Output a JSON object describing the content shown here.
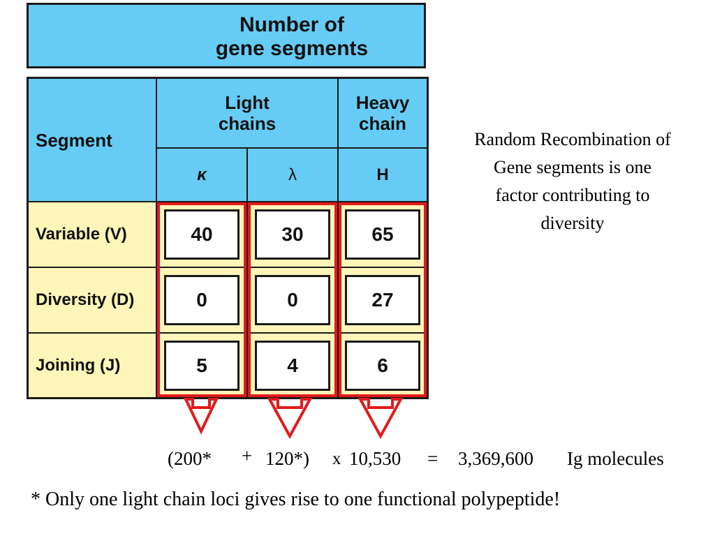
{
  "title": {
    "line1": "Number of",
    "line2": "gene segments"
  },
  "table": {
    "segment_header": "Segment",
    "light_header": {
      "line1": "Light",
      "line2": "chains"
    },
    "heavy_header": {
      "line1": "Heavy",
      "line2": "chain"
    },
    "symbols": [
      "κ",
      "λ",
      "H"
    ],
    "rows": [
      {
        "label": "Variable (V)",
        "values": [
          "40",
          "30",
          "65"
        ]
      },
      {
        "label": "Diversity (D)",
        "values": [
          "0",
          "0",
          "27"
        ]
      },
      {
        "label": "Joining (J)",
        "values": [
          "5",
          "4",
          "6"
        ]
      }
    ]
  },
  "side_text": {
    "line1": "Random Recombination of",
    "line2": "Gene segments is one",
    "line3": "factor contributing to",
    "line4": "diversity"
  },
  "equation": {
    "kappa_term": "(200*",
    "plus": "+",
    "lambda_term": "120*)",
    "times": "x",
    "heavy_term": "10,530",
    "equals": "=",
    "result": "3,369,600",
    "unit": "Ig molecules"
  },
  "footnote": "* Only one light chain loci gives rise to one functional polypeptide!",
  "colors": {
    "header_blue": "#66ccf5",
    "body_yellow": "#fdf6b8",
    "highlight_red": "#e11b1b"
  }
}
